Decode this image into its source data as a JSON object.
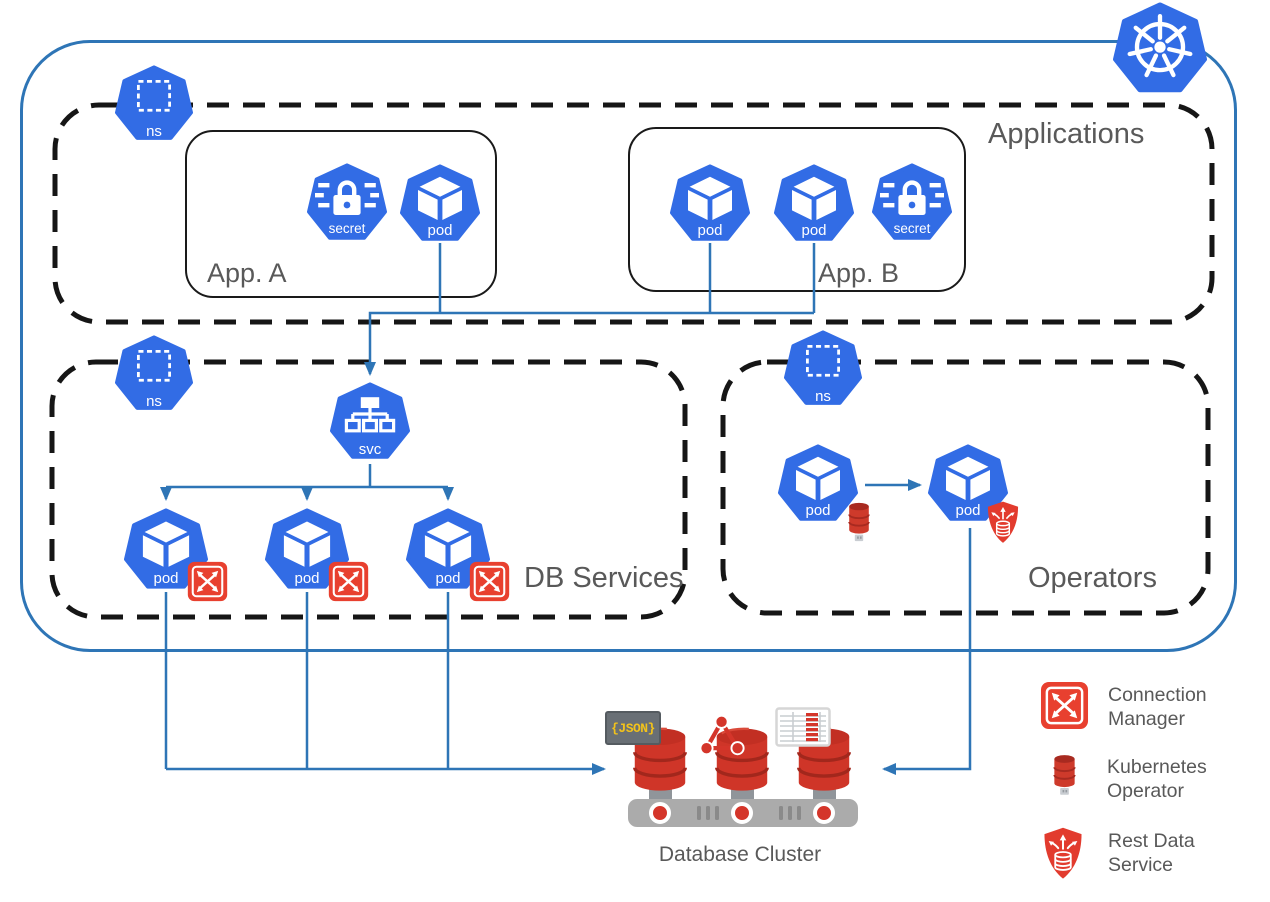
{
  "cluster": {
    "kubernetes_logo_icon": "kubernetes-helm-wheel",
    "boundary_color": "#2E75B6"
  },
  "zones": {
    "applications": {
      "title": "Applications",
      "app_a": {
        "title": "App. A"
      },
      "app_b": {
        "title": "App. B"
      }
    },
    "db_services": {
      "title": "DB Services"
    },
    "operators": {
      "title": "Operators"
    }
  },
  "icon_labels": {
    "pod": "pod",
    "secret": "secret",
    "svc": "svc",
    "ns": "ns"
  },
  "database_cluster": {
    "title": "Database Cluster",
    "json_badge": "{JSON}",
    "icons": [
      "json-badge",
      "share-network-icon",
      "table-grid-icon",
      "database-cylinder"
    ]
  },
  "legend": {
    "items": [
      {
        "icon": "connection-manager-icon",
        "line1": "Connection",
        "line2": "Manager"
      },
      {
        "icon": "kubernetes-operator-icon",
        "line1": "Kubernetes",
        "line2": "Operator"
      },
      {
        "icon": "rest-data-service-icon",
        "line1": "Rest Data",
        "line2": "Service"
      }
    ]
  },
  "colors": {
    "kubernetes_blue": "#326CE5",
    "connector_blue": "#2E75B6",
    "badge_red": "#E8402F",
    "database_red": "#CF3528",
    "label_gray": "#595959"
  }
}
